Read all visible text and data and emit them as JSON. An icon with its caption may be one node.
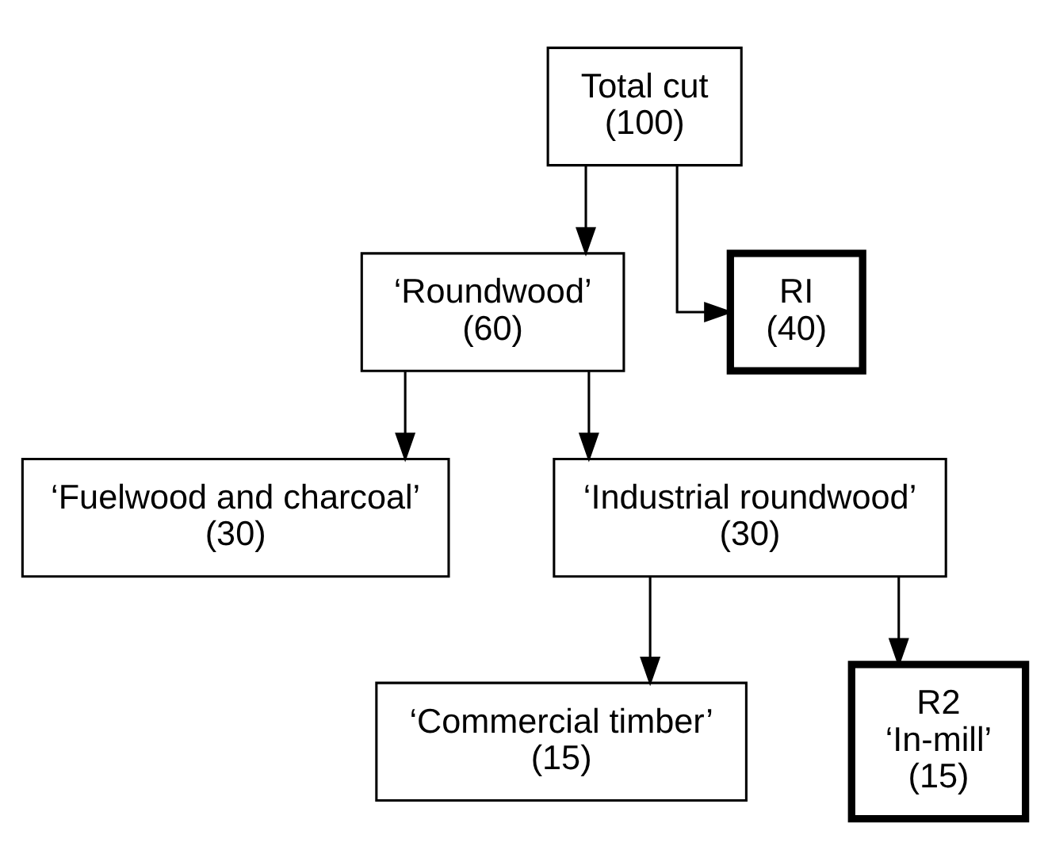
{
  "diagram": {
    "nodes": [
      {
        "text": [
          "Total cut",
          "(100)"
        ]
      },
      {
        "text": [
          "‘Roundwood’",
          "(60)"
        ]
      },
      {
        "text": [
          "RI",
          "(40)"
        ]
      },
      {
        "text": [
          "‘Fuelwood and charcoal’",
          "(30)"
        ]
      },
      {
        "text": [
          "‘Industrial roundwood’",
          "(30)"
        ]
      },
      {
        "text": [
          "‘Commercial timber’",
          "(15)"
        ]
      },
      {
        "text": [
          "R2",
          "‘In-mill’",
          "(15)"
        ]
      }
    ],
    "edges": [
      {
        "from": 0,
        "to": 1,
        "arrow": "to"
      },
      {
        "from": 0,
        "to": 2,
        "arrow": "to"
      },
      {
        "from": 1,
        "to": 3,
        "arrow": "to"
      },
      {
        "from": 1,
        "to": 4,
        "arrow": "to"
      },
      {
        "from": 4,
        "to": 5,
        "arrow": "to"
      },
      {
        "from": 4,
        "to": 6,
        "arrow": "to"
      }
    ]
  }
}
